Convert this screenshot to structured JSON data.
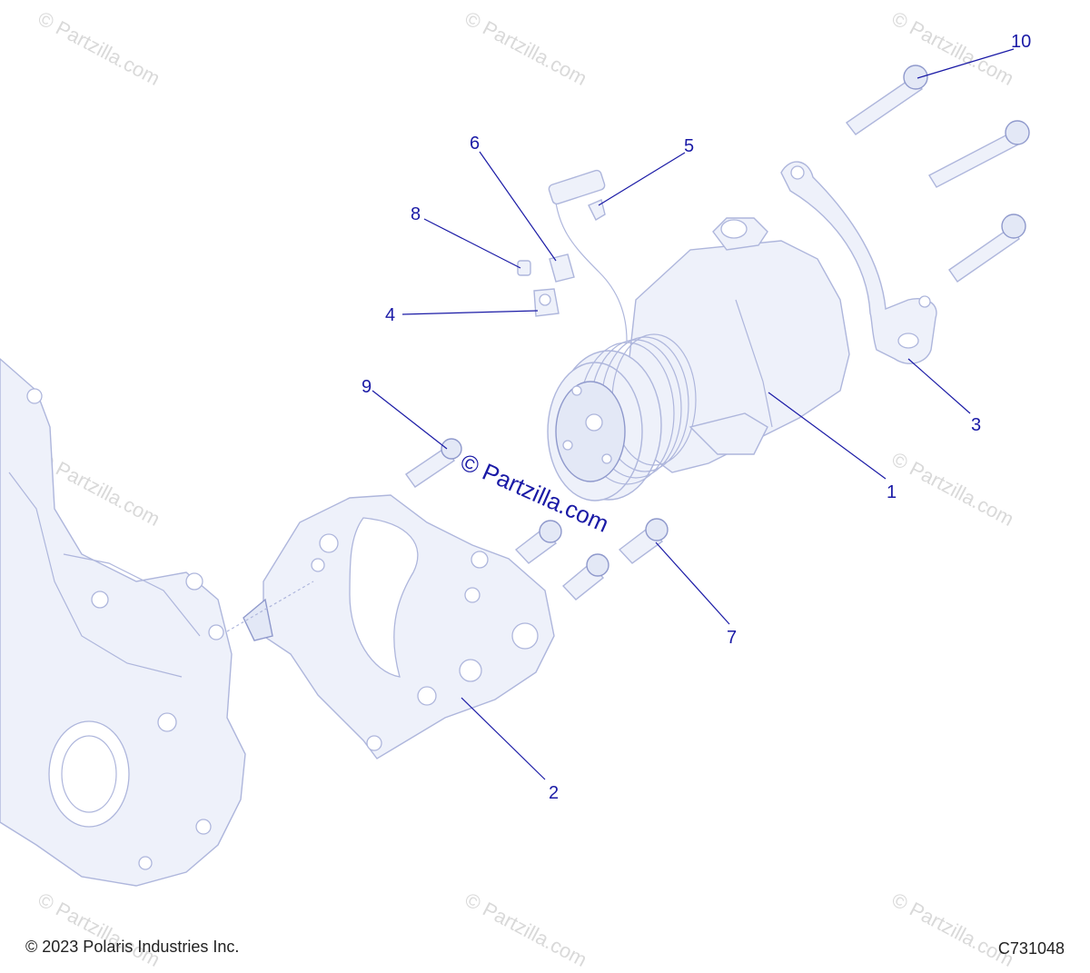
{
  "watermark_text": "© Partzilla.com",
  "callouts": [
    {
      "id": "1",
      "label": "1"
    },
    {
      "id": "2",
      "label": "2"
    },
    {
      "id": "3",
      "label": "3"
    },
    {
      "id": "4",
      "label": "4"
    },
    {
      "id": "5",
      "label": "5"
    },
    {
      "id": "6",
      "label": "6"
    },
    {
      "id": "7",
      "label": "7"
    },
    {
      "id": "8",
      "label": "8"
    },
    {
      "id": "9",
      "label": "9"
    },
    {
      "id": "10",
      "label": "10"
    }
  ],
  "footer": {
    "copyright": "© 2023 Polaris Industries Inc.",
    "diagram_code": "C731048"
  },
  "colors": {
    "callout": "#1a1aa6",
    "part_outline": "#aeb6dc",
    "part_fill": "#eef1fa",
    "watermark": "#d9d9d9"
  }
}
